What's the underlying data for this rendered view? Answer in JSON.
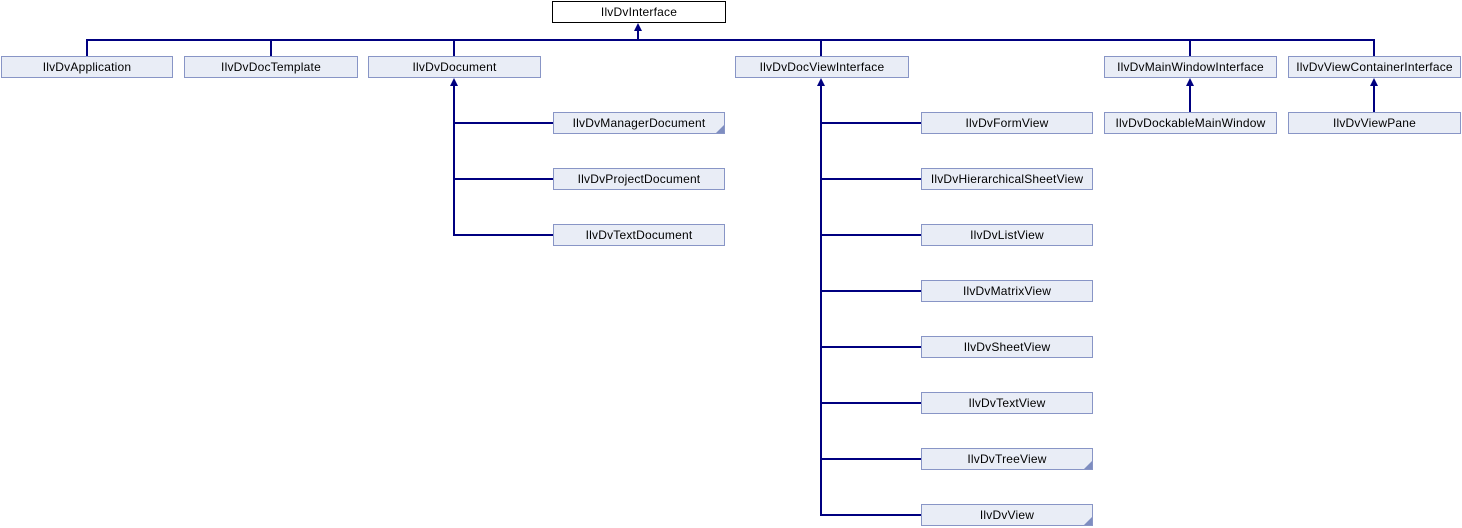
{
  "diagram": {
    "type": "class-inheritance-diagram",
    "root_class": "IlvDvInterface",
    "colors": {
      "background": "#ffffff",
      "connector_line": "#000080",
      "node_fill": "#e9edf6",
      "node_border": "#8895c6",
      "root_fill": "#ffffff",
      "root_border": "#000000",
      "text": "#000000",
      "fold_marker": "#7e8dc0"
    },
    "nodes": [
      {
        "id": "interface",
        "label": "IlvDvInterface",
        "parent": null,
        "has_hidden_subclasses": false
      },
      {
        "id": "application",
        "label": "IlvDvApplication",
        "parent": "IlvDvInterface",
        "has_hidden_subclasses": false
      },
      {
        "id": "doc-template",
        "label": "IlvDvDocTemplate",
        "parent": "IlvDvInterface",
        "has_hidden_subclasses": false
      },
      {
        "id": "document",
        "label": "IlvDvDocument",
        "parent": "IlvDvInterface",
        "has_hidden_subclasses": false
      },
      {
        "id": "doc-view-interface",
        "label": "IlvDvDocViewInterface",
        "parent": "IlvDvInterface",
        "has_hidden_subclasses": false
      },
      {
        "id": "main-window-interface",
        "label": "IlvDvMainWindowInterface",
        "parent": "IlvDvInterface",
        "has_hidden_subclasses": false
      },
      {
        "id": "view-container-interface",
        "label": "IlvDvViewContainerInterface",
        "parent": "IlvDvInterface",
        "has_hidden_subclasses": false
      },
      {
        "id": "manager-document",
        "label": "IlvDvManagerDocument",
        "parent": "IlvDvDocument",
        "has_hidden_subclasses": true
      },
      {
        "id": "project-document",
        "label": "IlvDvProjectDocument",
        "parent": "IlvDvDocument",
        "has_hidden_subclasses": false
      },
      {
        "id": "text-document",
        "label": "IlvDvTextDocument",
        "parent": "IlvDvDocument",
        "has_hidden_subclasses": false
      },
      {
        "id": "form-view",
        "label": "IlvDvFormView",
        "parent": "IlvDvDocViewInterface",
        "has_hidden_subclasses": false
      },
      {
        "id": "hierarchical-sheet-view",
        "label": "IlvDvHierarchicalSheetView",
        "parent": "IlvDvDocViewInterface",
        "has_hidden_subclasses": false
      },
      {
        "id": "list-view",
        "label": "IlvDvListView",
        "parent": "IlvDvDocViewInterface",
        "has_hidden_subclasses": false
      },
      {
        "id": "matrix-view",
        "label": "IlvDvMatrixView",
        "parent": "IlvDvDocViewInterface",
        "has_hidden_subclasses": false
      },
      {
        "id": "sheet-view",
        "label": "IlvDvSheetView",
        "parent": "IlvDvDocViewInterface",
        "has_hidden_subclasses": false
      },
      {
        "id": "text-view",
        "label": "IlvDvTextView",
        "parent": "IlvDvDocViewInterface",
        "has_hidden_subclasses": false
      },
      {
        "id": "tree-view",
        "label": "IlvDvTreeView",
        "parent": "IlvDvDocViewInterface",
        "has_hidden_subclasses": true
      },
      {
        "id": "view",
        "label": "IlvDvView",
        "parent": "IlvDvDocViewInterface",
        "has_hidden_subclasses": true
      },
      {
        "id": "dockable-main-window",
        "label": "IlvDvDockableMainWindow",
        "parent": "IlvDvMainWindowInterface",
        "has_hidden_subclasses": false
      },
      {
        "id": "view-pane",
        "label": "IlvDvViewPane",
        "parent": "IlvDvViewContainerInterface",
        "has_hidden_subclasses": false
      }
    ]
  }
}
